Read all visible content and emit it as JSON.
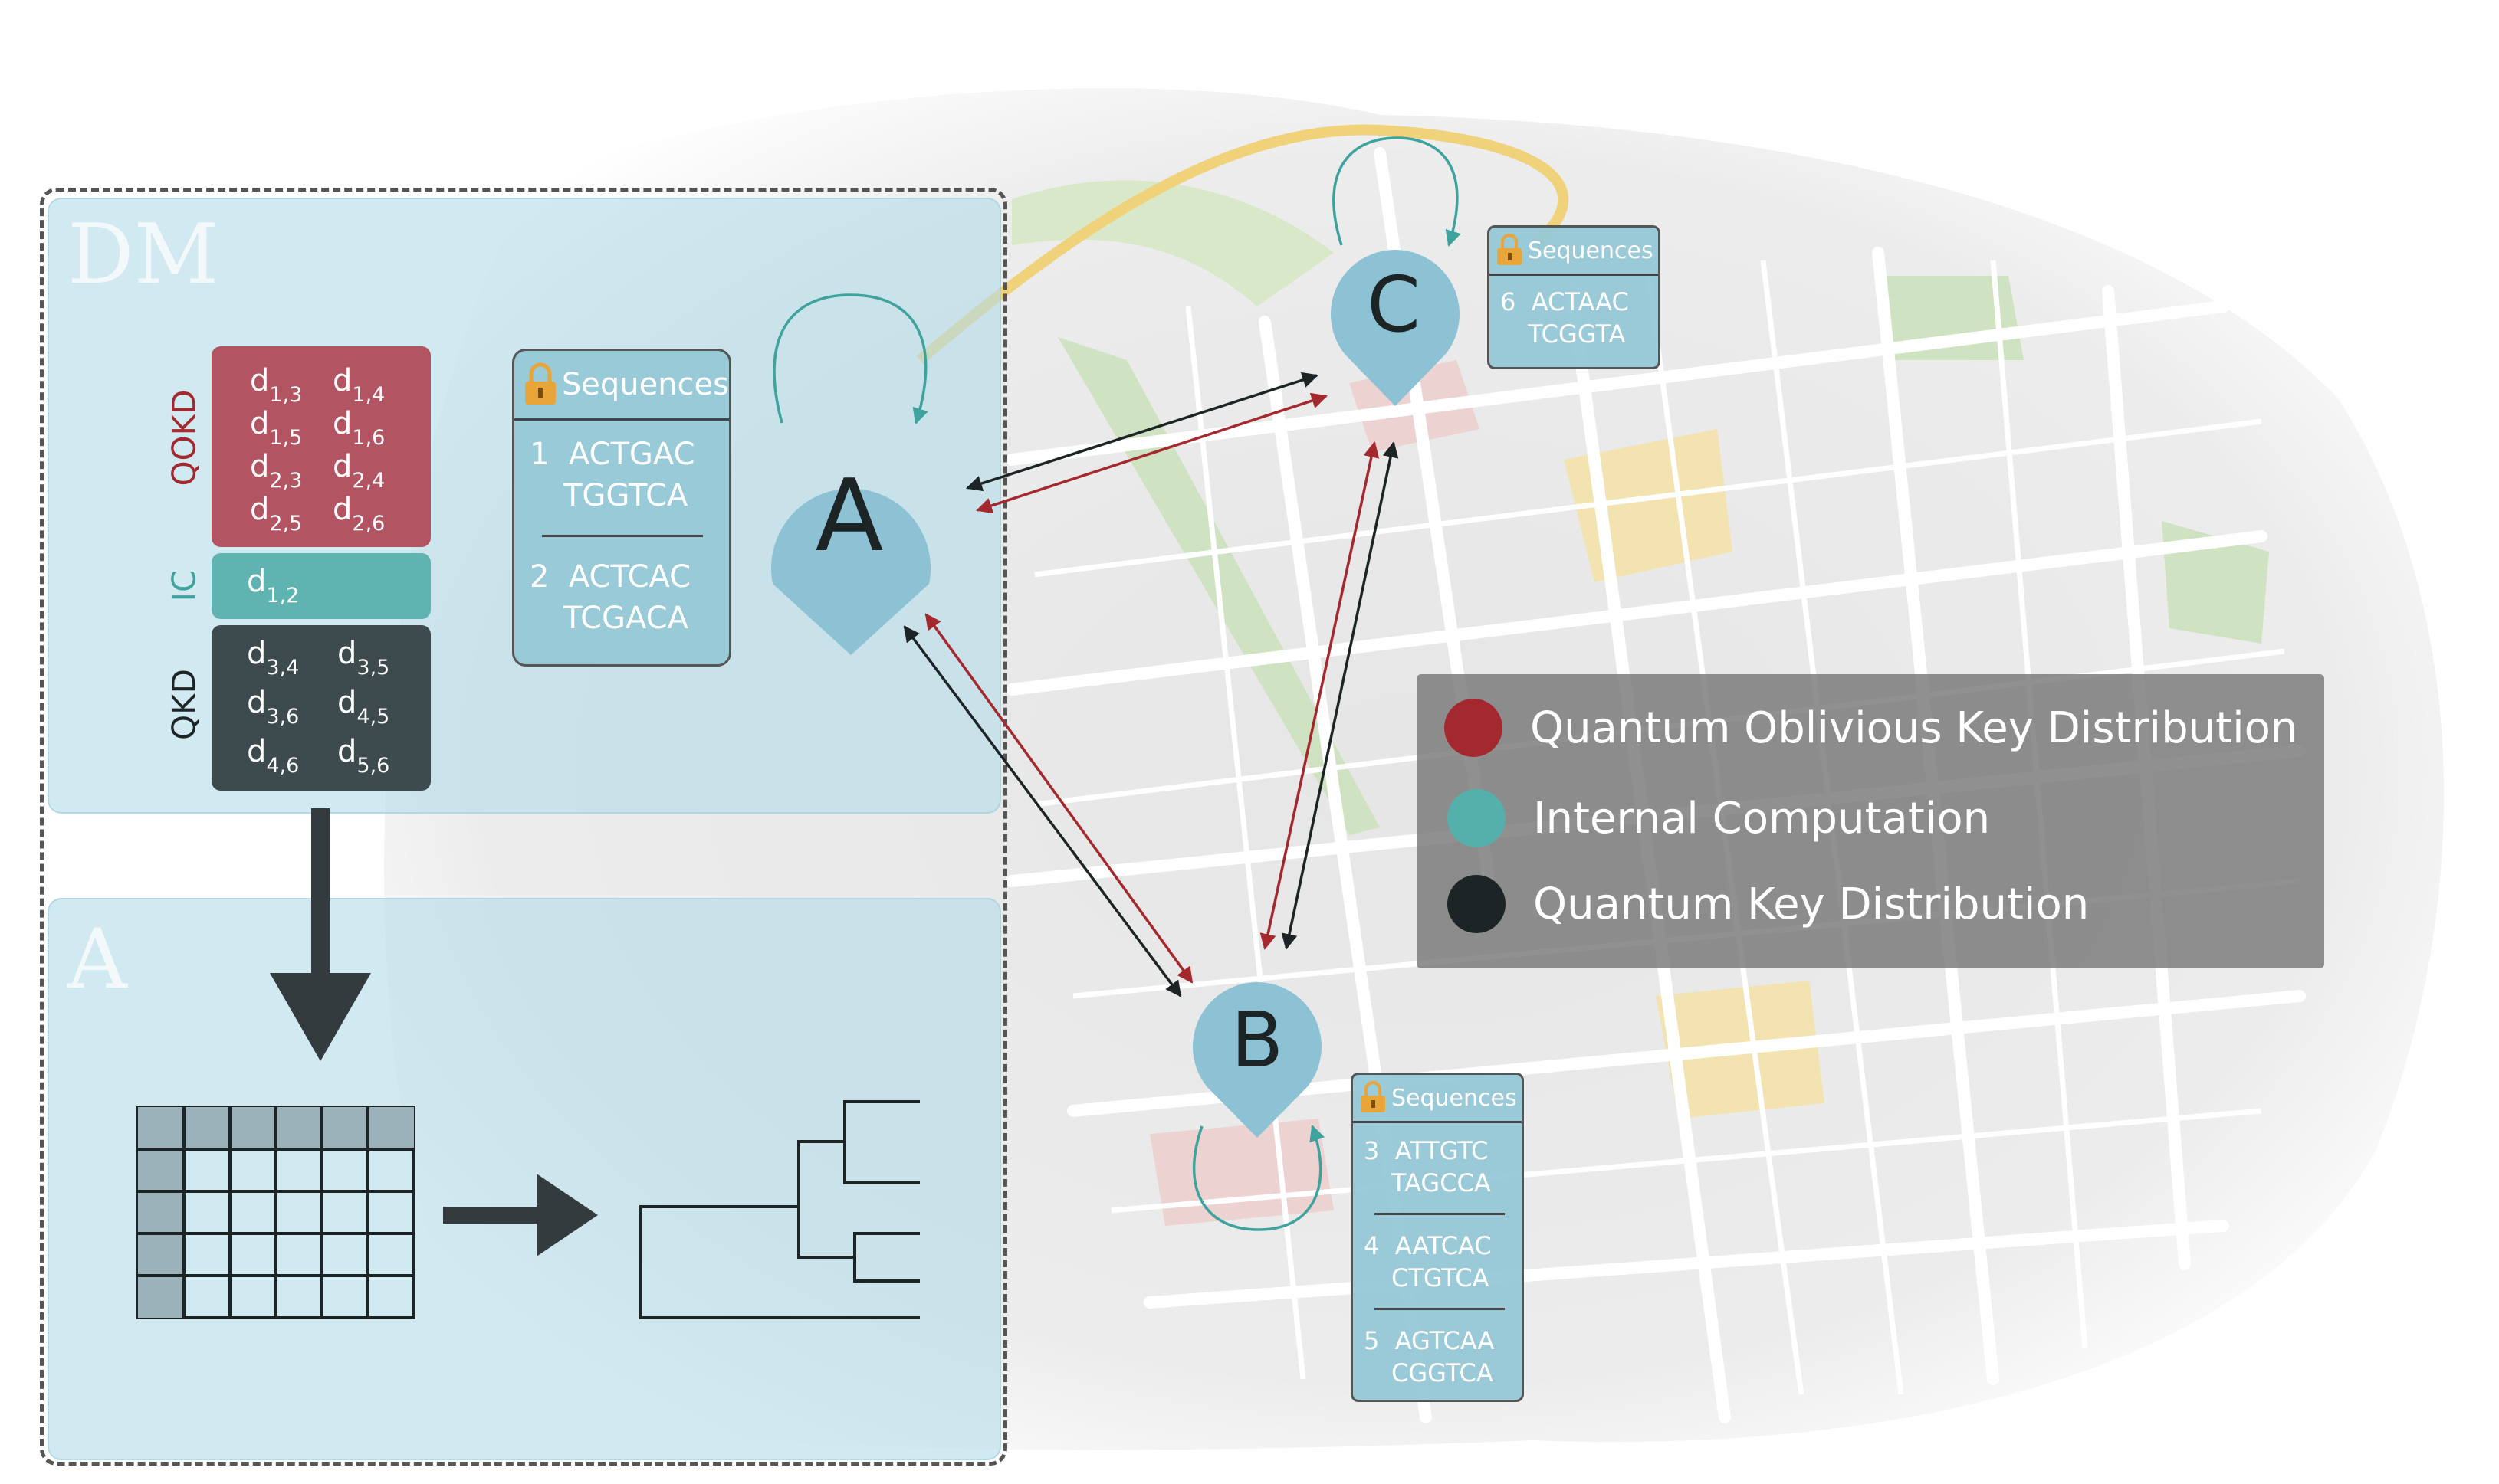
{
  "panels": {
    "dm_title": "DM",
    "a_title": "A"
  },
  "matrix": {
    "qokd": {
      "label": "QOKD",
      "color": "#b25461",
      "cells": [
        "d",
        "d",
        "d",
        "d",
        "d",
        "d",
        "d",
        "d"
      ],
      "subs": [
        "1,3",
        "1,4",
        "1,5",
        "1,6",
        "2,3",
        "2,4",
        "2,5",
        "2,6"
      ]
    },
    "ic": {
      "label": "IC",
      "color": "#5fb4b1",
      "cells": [
        "d"
      ],
      "subs": [
        "1,2"
      ]
    },
    "qkd": {
      "label": "QKD",
      "color": "#3d4a4e",
      "cells": [
        "d",
        "d",
        "d",
        "d",
        "d",
        "d"
      ],
      "subs": [
        "3,4",
        "3,5",
        "3,6",
        "4,5",
        "4,6",
        "5,6"
      ]
    }
  },
  "nodes": {
    "a": "A",
    "b": "B",
    "c": "C"
  },
  "sequence_boxes": {
    "a": {
      "title": "Sequences",
      "entries": [
        {
          "num": "1",
          "line1": "ACTGAC",
          "line2": "TGGTCA"
        },
        {
          "num": "2",
          "line1": "ACTCAC",
          "line2": "TCGACA"
        }
      ]
    },
    "b": {
      "title": "Sequences",
      "entries": [
        {
          "num": "3",
          "line1": "ATTGTC",
          "line2": "TAGCCA"
        },
        {
          "num": "4",
          "line1": "AATCAC",
          "line2": "CTGTCA"
        },
        {
          "num": "5",
          "line1": "AGTCAA",
          "line2": "CGGTCA"
        }
      ]
    },
    "c": {
      "title": "Sequences",
      "entries": [
        {
          "num": "6",
          "line1": "ACTAAC",
          "line2": "TCGGTA"
        }
      ]
    }
  },
  "legend": {
    "items": [
      {
        "label": "Quantum Oblivious Key Distribution",
        "color": "#a3292e"
      },
      {
        "label": "Internal Computation",
        "color": "#55b0ac"
      },
      {
        "label": "Quantum Key Distribution",
        "color": "#1c2426"
      }
    ]
  },
  "colors": {
    "pin": "#8cc2d3",
    "qokd_arrow": "#a3292e",
    "qkd_arrow": "#1c2426",
    "ic_arrow": "#3ea39d",
    "lock": "#e8a53a"
  }
}
